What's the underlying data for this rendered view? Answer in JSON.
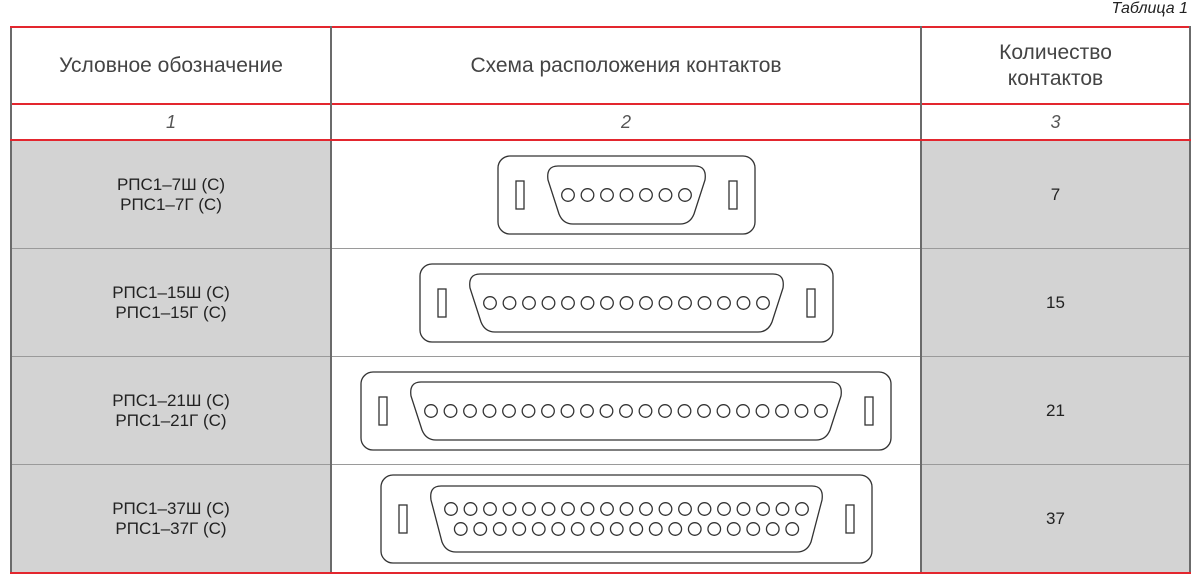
{
  "caption": "Таблица 1",
  "headers": [
    "Условное обозначение",
    "Схема расположения контактов",
    "Количество контактов"
  ],
  "column_numbers": [
    "1",
    "2",
    "3"
  ],
  "rows": [
    {
      "designation_1": "РПС1–7Ш (С)",
      "designation_2": "РПС1–7Г (С)",
      "pin_rows": [
        7
      ],
      "count": "7"
    },
    {
      "designation_1": "РПС1–15Ш (С)",
      "designation_2": "РПС1–15Г (С)",
      "pin_rows": [
        15
      ],
      "count": "15"
    },
    {
      "designation_1": "РПС1–21Ш (С)",
      "designation_2": "РПС1–21Г (С)",
      "pin_rows": [
        21
      ],
      "count": "21"
    },
    {
      "designation_1": "РПС1–37Ш (С)",
      "designation_2": "РПС1–37Г (С)",
      "pin_rows": [
        19,
        18
      ],
      "count": "37"
    }
  ],
  "colors": {
    "accent_red": "#e3262e",
    "shaded_cell": "#d3d3d3"
  }
}
